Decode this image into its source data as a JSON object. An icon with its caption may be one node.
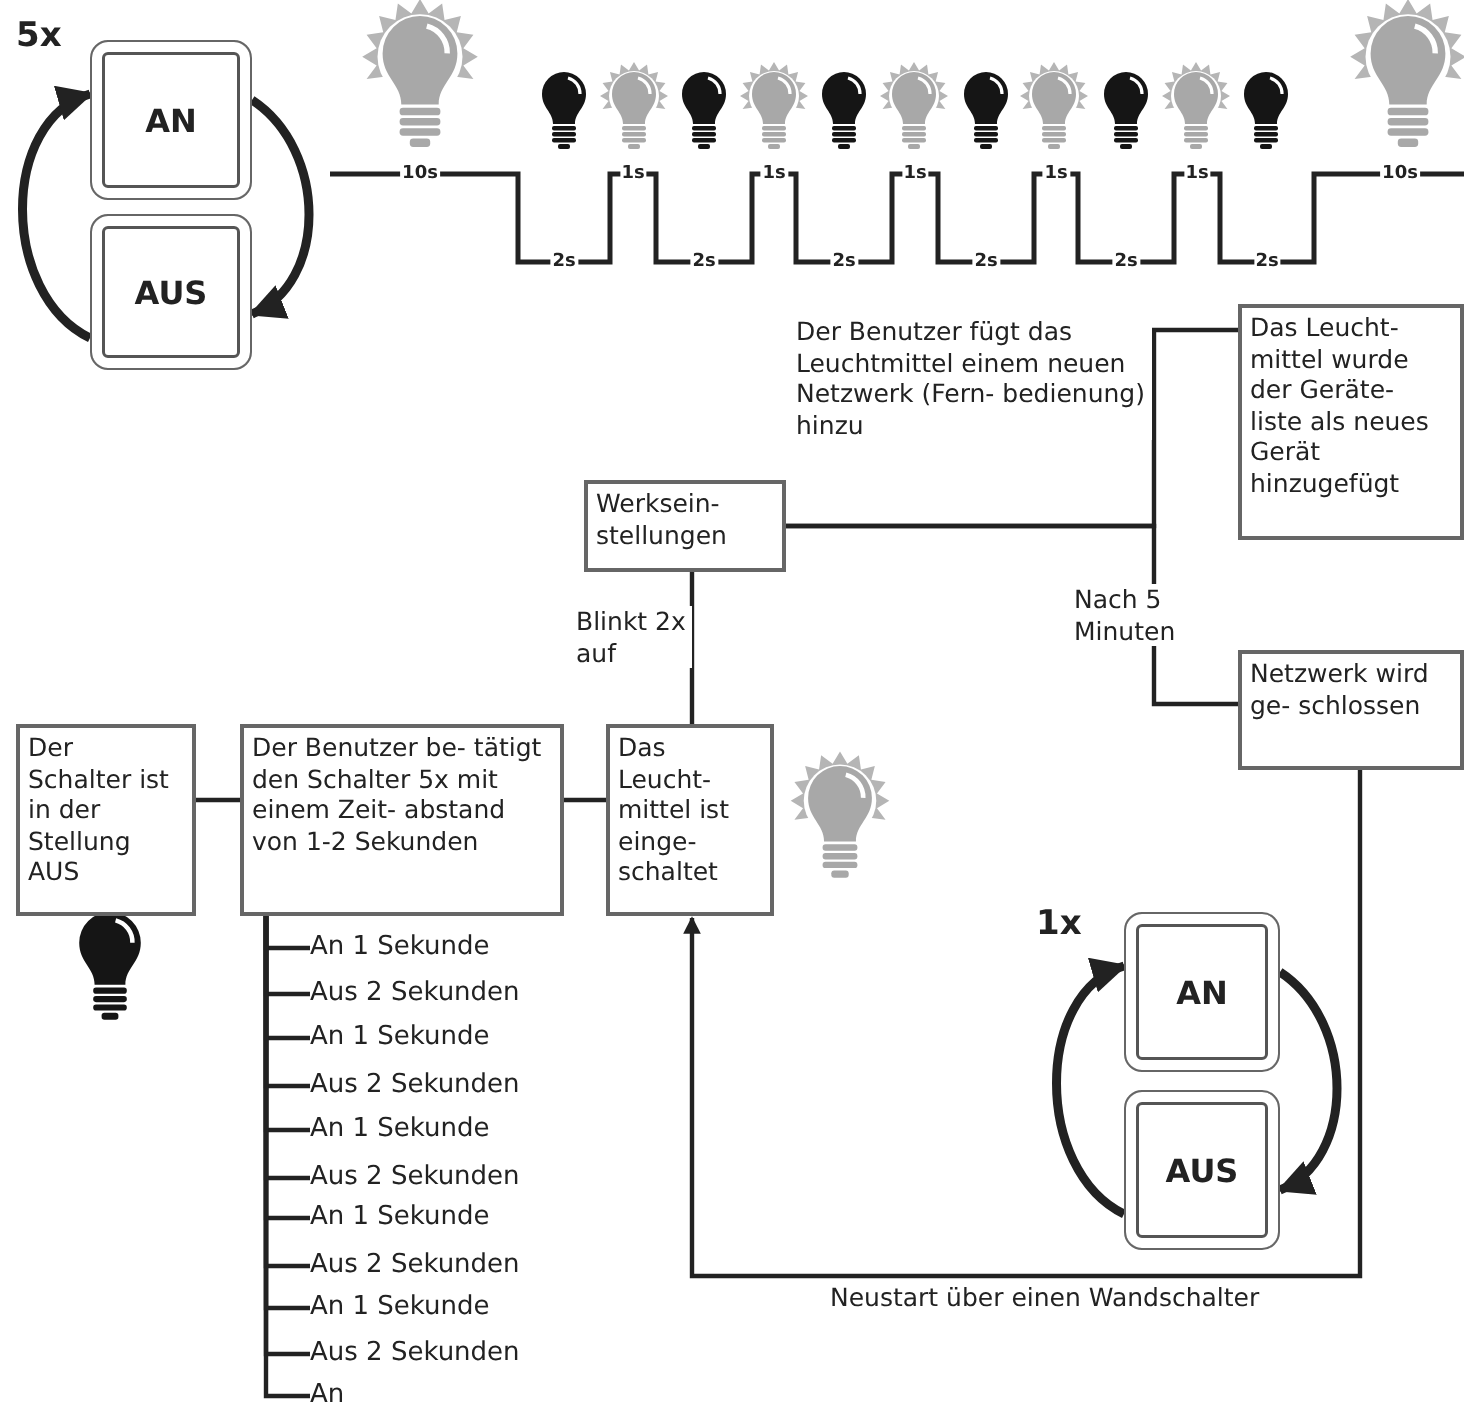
{
  "diagram": {
    "nodes": [
      {
        "text": [
          "AN"
        ]
      },
      {
        "text": [
          "AUS"
        ]
      },
      {
        "text": [
          "Das Leucht- mittel wurde der Geräte- liste als neues Gerät hinzugefügt"
        ]
      },
      {
        "text": [
          "Werksein- stellungen"
        ]
      },
      {
        "text": [
          "Netzwerk wird ge- schlossen"
        ]
      },
      {
        "text": [
          "Der Schalter ist in der Stellung AUS"
        ]
      },
      {
        "text": [
          "Der Benutzer be- tätigt den Schalter 5x mit einem Zeit- abstand von 1-2 Sekunden"
        ]
      },
      {
        "text": [
          "Das Leucht- mittel ist einge- schaltet"
        ]
      },
      {
        "text": [
          "An 1 Sekunde"
        ]
      },
      {
        "text": [
          "Aus 2 Sekunden"
        ]
      },
      {
        "text": [
          "An 1 Sekunde"
        ]
      },
      {
        "text": [
          "Aus 2 Sekunden"
        ]
      },
      {
        "text": [
          "An 1 Sekunde"
        ]
      },
      {
        "text": [
          "Aus 2 Sekunden"
        ]
      },
      {
        "text": [
          "An 1 Sekunde"
        ]
      },
      {
        "text": [
          "Aus 2 Sekunden"
        ]
      },
      {
        "text": [
          "An 1 Sekunde"
        ]
      },
      {
        "text": [
          "Aus 2 Sekunden"
        ]
      },
      {
        "text": [
          "An"
        ]
      },
      {
        "text": [
          "AN"
        ]
      },
      {
        "text": [
          "AUS"
        ]
      }
    ],
    "edges": [
      {
        "from": 0,
        "to": 1,
        "arrow": "to",
        "style": "thick"
      },
      {
        "from": 1,
        "to": 0,
        "arrow": "to",
        "style": "thick"
      },
      {
        "from": 5,
        "to": 6,
        "arrow": "none"
      },
      {
        "from": 6,
        "to": 7,
        "arrow": "none"
      },
      {
        "from": 7,
        "to": 3,
        "arrow": "none",
        "label": "Blinkt 2x auf"
      },
      {
        "from": 3,
        "to": 2,
        "arrow": "none",
        "label": "Der Benutzer fügt das Leuchtmittel einem neuen Netzwerk (Fern- bedienung) hinzu"
      },
      {
        "from": 3,
        "to": 4,
        "arrow": "none",
        "label": "Nach 5 Minuten"
      },
      {
        "from": 4,
        "to": 7,
        "arrow": "to",
        "label": "Neustart über einen Wandschalter"
      },
      {
        "from": 6,
        "to": 8,
        "arrow": "none"
      },
      {
        "from": 6,
        "to": 9,
        "arrow": "none"
      },
      {
        "from": 6,
        "to": 10,
        "arrow": "none"
      },
      {
        "from": 6,
        "to": 11,
        "arrow": "none"
      },
      {
        "from": 6,
        "to": 12,
        "arrow": "none"
      },
      {
        "from": 6,
        "to": 13,
        "arrow": "none"
      },
      {
        "from": 6,
        "to": 14,
        "arrow": "none"
      },
      {
        "from": 6,
        "to": 15,
        "arrow": "none"
      },
      {
        "from": 6,
        "to": 16,
        "arrow": "none"
      },
      {
        "from": 6,
        "to": 17,
        "arrow": "none"
      },
      {
        "from": 6,
        "to": 18,
        "arrow": "none"
      },
      {
        "from": 19,
        "to": 20,
        "arrow": "to",
        "style": "thick"
      },
      {
        "from": 20,
        "to": 19,
        "arrow": "to",
        "style": "thick"
      }
    ],
    "labels": [
      "5x",
      "10s",
      "1s",
      "1s",
      "1s",
      "1s",
      "1s",
      "10s",
      "2s",
      "2s",
      "2s",
      "2s",
      "2s",
      "2s",
      "1x"
    ]
  }
}
